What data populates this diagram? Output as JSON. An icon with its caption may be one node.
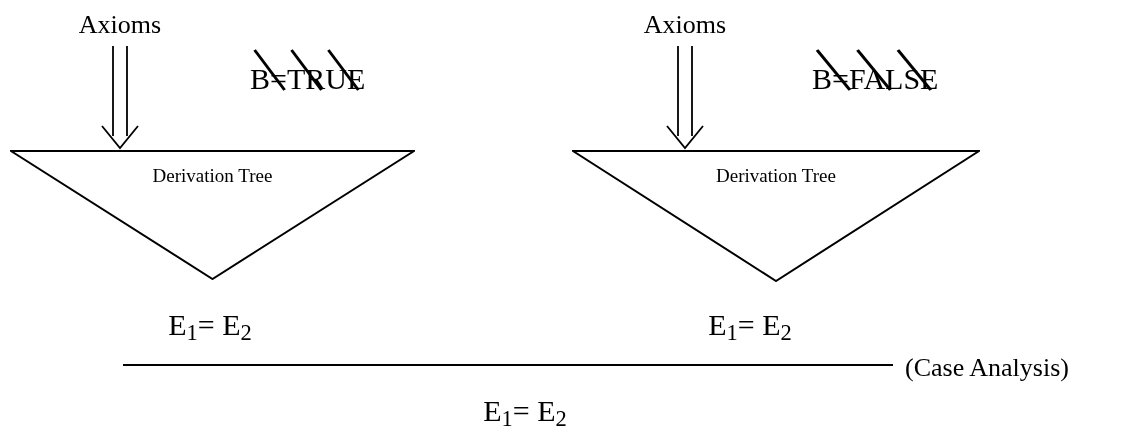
{
  "diagram": {
    "nodes": [
      {
        "text": [
          "Axioms"
        ]
      },
      {
        "text": [
          "Derivation Tree"
        ],
        "beside": [
          "B=TRUE"
        ]
      },
      {
        "text": [
          "E$_{1}$= E$_{2}$"
        ]
      },
      {
        "text": [
          "Axioms"
        ]
      },
      {
        "text": [
          "Derivation Tree"
        ],
        "beside": [
          "B=FALSE"
        ]
      },
      {
        "text": [
          "E$_{1}$= E$_{2}$"
        ]
      },
      {
        "text": [
          "E$_{1}$= E$_{2}$"
        ]
      }
    ],
    "edges": [
      {
        "from": 0,
        "to": 1,
        "arrow": "to"
      },
      {
        "from": 3,
        "to": 4,
        "arrow": "to"
      }
    ],
    "labels": [
      "(Case Analysis)"
    ]
  }
}
